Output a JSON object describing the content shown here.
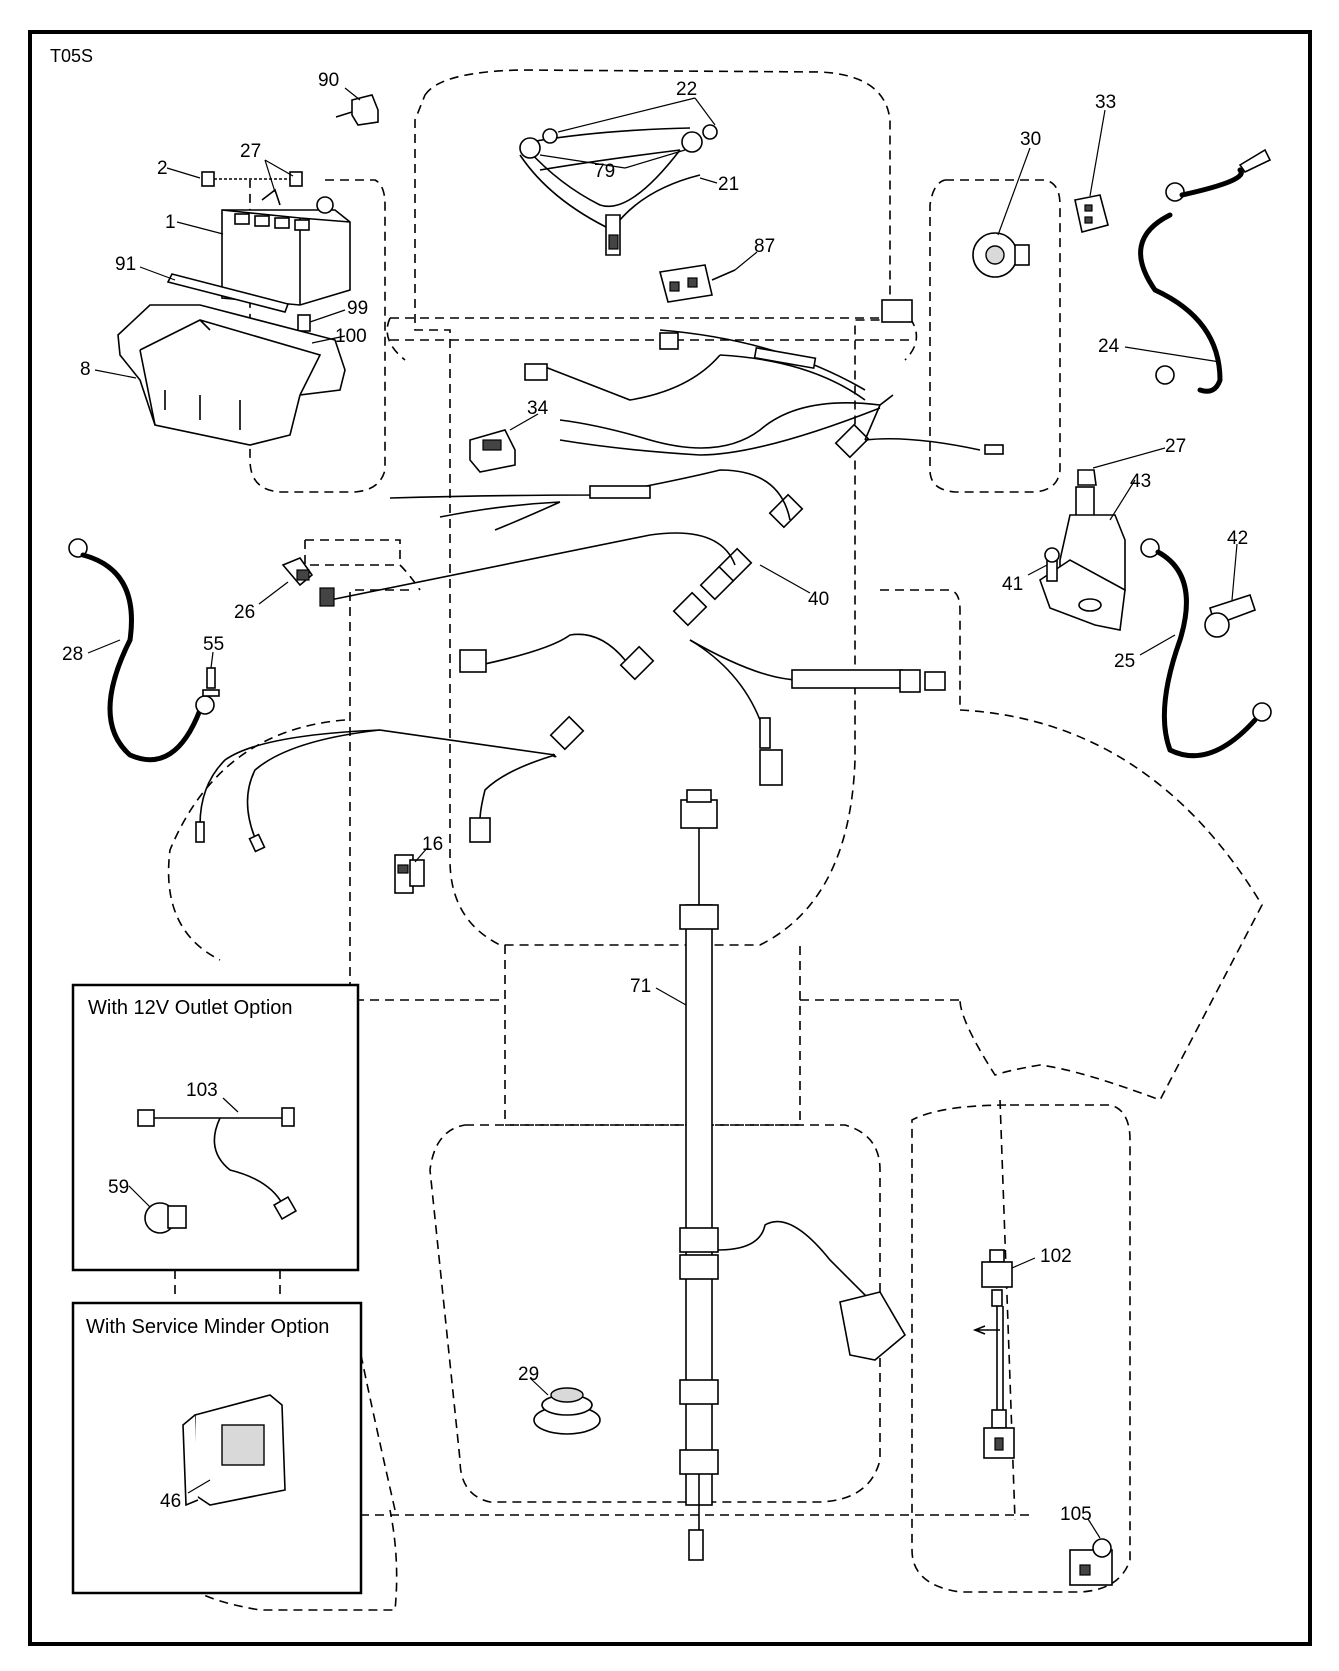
{
  "diagram": {
    "code": "T05S",
    "inset_12v_title": "With 12V Outlet Option",
    "inset_service_title": "With Service Minder Option",
    "callouts": [
      {
        "id": "c90",
        "text": "90"
      },
      {
        "id": "c2",
        "text": "2"
      },
      {
        "id": "c27a",
        "text": "27"
      },
      {
        "id": "c1",
        "text": "1"
      },
      {
        "id": "c91",
        "text": "91"
      },
      {
        "id": "c99",
        "text": "99"
      },
      {
        "id": "c100",
        "text": "100"
      },
      {
        "id": "c8",
        "text": "8"
      },
      {
        "id": "c22",
        "text": "22"
      },
      {
        "id": "c79",
        "text": "79"
      },
      {
        "id": "c21",
        "text": "21"
      },
      {
        "id": "c87",
        "text": "87"
      },
      {
        "id": "c30",
        "text": "30"
      },
      {
        "id": "c33",
        "text": "33"
      },
      {
        "id": "c24",
        "text": "24"
      },
      {
        "id": "c34",
        "text": "34"
      },
      {
        "id": "c27b",
        "text": "27"
      },
      {
        "id": "c43",
        "text": "43"
      },
      {
        "id": "c42",
        "text": "42"
      },
      {
        "id": "c41",
        "text": "41"
      },
      {
        "id": "c40",
        "text": "40"
      },
      {
        "id": "c26",
        "text": "26"
      },
      {
        "id": "c28",
        "text": "28"
      },
      {
        "id": "c55",
        "text": "55"
      },
      {
        "id": "c25",
        "text": "25"
      },
      {
        "id": "c16",
        "text": "16"
      },
      {
        "id": "c71",
        "text": "71"
      },
      {
        "id": "c103",
        "text": "103"
      },
      {
        "id": "c59",
        "text": "59"
      },
      {
        "id": "c102",
        "text": "102"
      },
      {
        "id": "c29",
        "text": "29"
      },
      {
        "id": "c46",
        "text": "46"
      },
      {
        "id": "c105",
        "text": "105"
      }
    ]
  }
}
